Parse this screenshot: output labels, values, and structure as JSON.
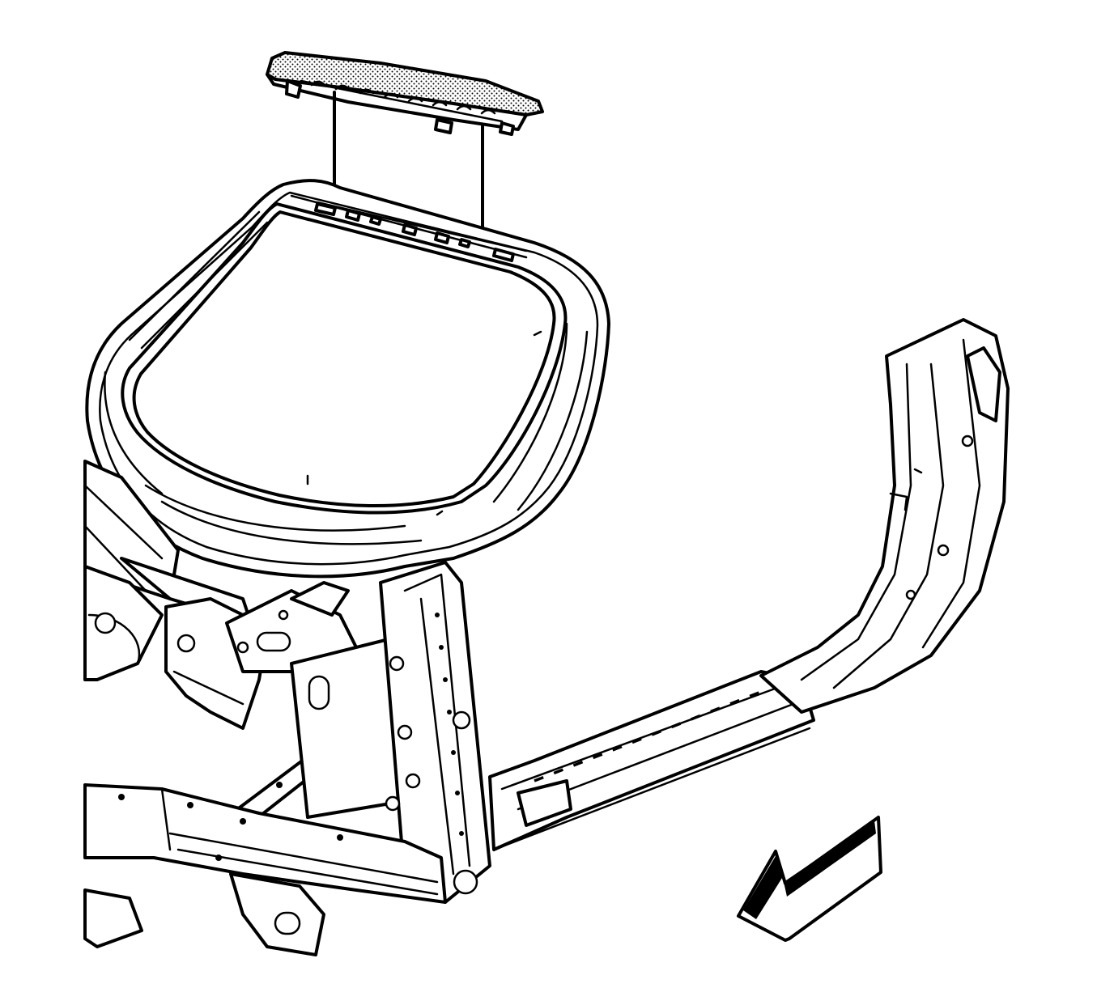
{
  "figure": {
    "components": [
      {
        "name": "roof-panel-reinforcement-part",
        "icon": "stippled-panel-icon"
      },
      {
        "name": "liftgate-opening-frame",
        "icon": "frame-icon"
      },
      {
        "name": "rear-body-structure",
        "icon": "body-structure-icon"
      },
      {
        "name": "rocker-panel-and-wheelhouse",
        "icon": "rocker-icon"
      }
    ],
    "leader_lines": 2,
    "direction_arrow": {
      "icon": "front-of-vehicle-arrow-icon",
      "points": "lower-left"
    }
  },
  "colors": {
    "line": "#000000",
    "background": "#ffffff",
    "stipple": "#000000"
  }
}
